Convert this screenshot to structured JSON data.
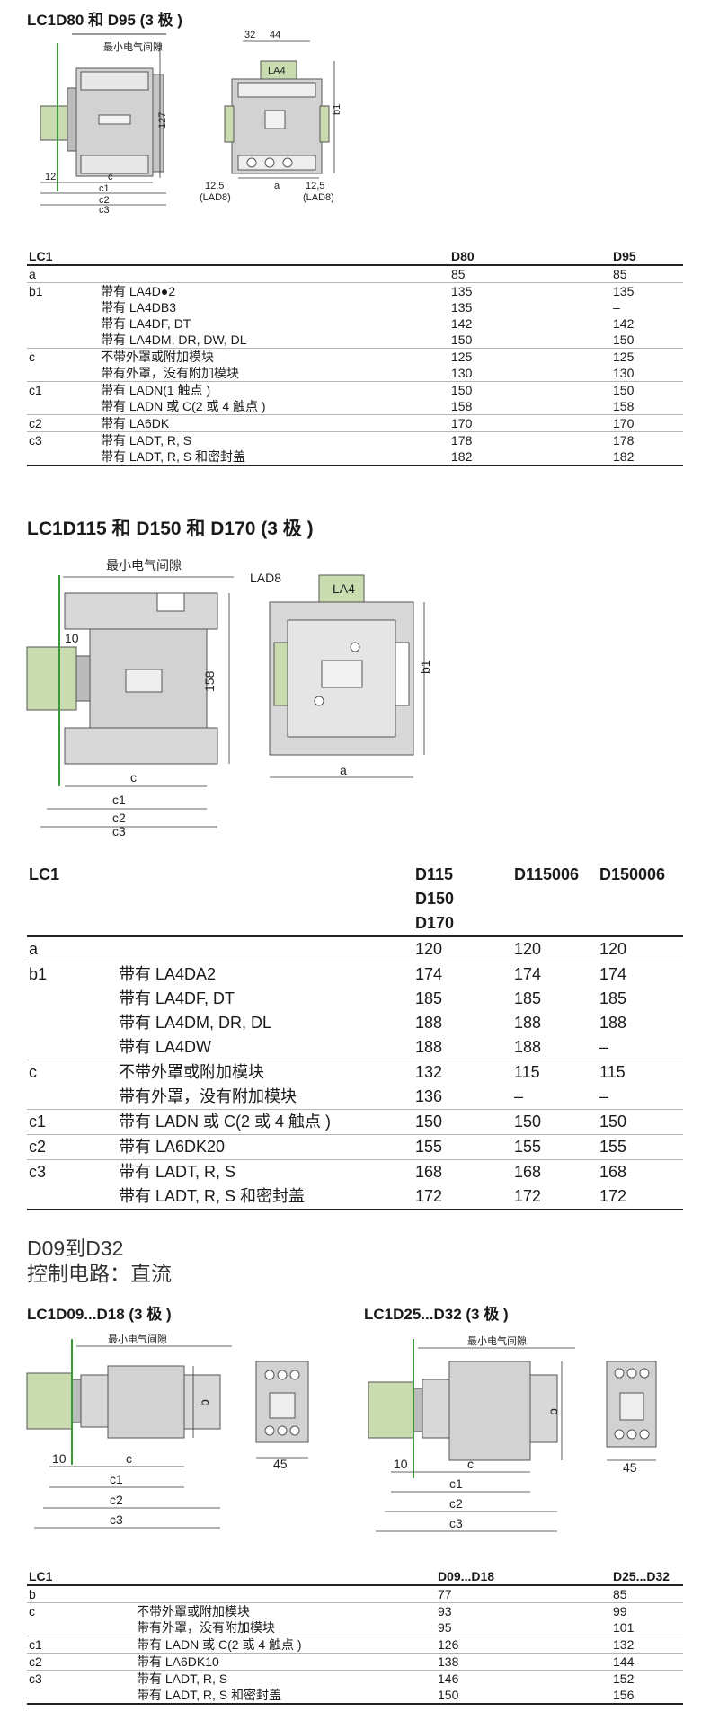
{
  "section1": {
    "title": "LC1D80 和 D95 (3 极 )",
    "diagram": {
      "min_clearance": "最小电气间隙",
      "dim_127": "127",
      "dim_12": "12",
      "dim_c": "c",
      "dim_c1": "c1",
      "dim_c2": "c2",
      "dim_c3": "c3",
      "dim_32": "32",
      "dim_44": "44",
      "la4": "LA4",
      "dim_b1": "b1",
      "dim_a": "a",
      "dim_125_left": "12,5",
      "dim_125_right": "12,5",
      "lad8_left": "(LAD8)",
      "lad8_right": "(LAD8)"
    },
    "table": {
      "headers": [
        "LC1",
        "",
        "D80",
        "D95"
      ],
      "rows": [
        [
          "a",
          "",
          "85",
          "85"
        ],
        [
          "b1",
          "带有 LA4D●2",
          "135",
          "135"
        ],
        [
          "",
          "带有 LA4DB3",
          "135",
          "–"
        ],
        [
          "",
          "带有 LA4DF, DT",
          "142",
          "142"
        ],
        [
          "",
          "带有 LA4DM, DR, DW, DL",
          "150",
          "150"
        ],
        [
          "c",
          "不带外罩或附加模块",
          "125",
          "125"
        ],
        [
          "",
          "带有外罩，没有附加模块",
          "130",
          "130"
        ],
        [
          "c1",
          "带有 LADN(1 触点 )",
          "150",
          "150"
        ],
        [
          "",
          "带有 LADN 或 C(2 或 4 触点 )",
          "158",
          "158"
        ],
        [
          "c2",
          "带有 LA6DK",
          "170",
          "170"
        ],
        [
          "c3",
          "带有 LADT, R, S",
          "178",
          "178"
        ],
        [
          "",
          "带有 LADT, R, S 和密封盖",
          "182",
          "182"
        ]
      ]
    }
  },
  "section2": {
    "title": "LC1D115 和 D150 和 D170 (3 极 )",
    "diagram": {
      "min_clearance": "最小电气间隙",
      "dim_10": "10",
      "dim_158": "158",
      "dim_c": "c",
      "dim_c1": "c1",
      "dim_c2": "c2",
      "dim_c3": "c3",
      "lad8": "LAD8",
      "la4": "LA4",
      "dim_b1": "b1",
      "dim_a": "a"
    },
    "table": {
      "header_lc1": "LC1",
      "header_col1": [
        "D115",
        "D150",
        "D170"
      ],
      "header_col2": "D115006",
      "header_col3": "D150006",
      "rows": [
        [
          "a",
          "",
          "120",
          "120",
          "120"
        ],
        [
          "b1",
          "带有 LA4DA2",
          "174",
          "174",
          "174"
        ],
        [
          "",
          "带有 LA4DF, DT",
          "185",
          "185",
          "185"
        ],
        [
          "",
          "带有 LA4DM, DR, DL",
          "188",
          "188",
          "188"
        ],
        [
          "",
          "带有 LA4DW",
          "188",
          "188",
          "–"
        ],
        [
          "c",
          "不带外罩或附加模块",
          "132",
          "115",
          "115"
        ],
        [
          "",
          "带有外罩，没有附加模块",
          "136",
          "–",
          "–"
        ],
        [
          "c1",
          "带有 LADN 或 C(2 或 4 触点 )",
          "150",
          "150",
          "150"
        ],
        [
          "c2",
          "带有 LA6DK20",
          "155",
          "155",
          "155"
        ],
        [
          "c3",
          "带有 LADT, R, S",
          "168",
          "168",
          "168"
        ],
        [
          "",
          "带有 LADT, R, S 和密封盖",
          "172",
          "172",
          "172"
        ]
      ]
    }
  },
  "section3": {
    "heading_line1": "D09到D32",
    "heading_line2": "控制电路：直流",
    "left_title": "LC1D09...D18 (3 极 )",
    "right_title": "LC1D25...D32 (3 极 )",
    "diagram": {
      "min_clearance_left": "最小电气间隙",
      "min_clearance_right": "最小电气间隙",
      "dim_b_left": "b",
      "dim_b_right": "b",
      "dim_10_left": "10",
      "dim_10_right": "10",
      "dim_c_left": "c",
      "dim_c_right": "c",
      "dim_c1_left": "c1",
      "dim_c1_right": "c1",
      "dim_c2_left": "c2",
      "dim_c2_right": "c2",
      "dim_c3_left": "c3",
      "dim_c3_right": "c3",
      "dim_45_left": "45",
      "dim_45_right": "45"
    },
    "table": {
      "headers": [
        "LC1",
        "",
        "D09...D18",
        "D25...D32"
      ],
      "rows": [
        [
          "b",
          "",
          "77",
          "85"
        ],
        [
          "c",
          "不带外罩或附加模块",
          "93",
          "99"
        ],
        [
          "",
          "带有外罩，没有附加模块",
          "95",
          "101"
        ],
        [
          "c1",
          "带有 LADN 或 C(2 或 4 触点 )",
          "126",
          "132"
        ],
        [
          "c2",
          "带有 LA6DK10",
          "138",
          "144"
        ],
        [
          "c3",
          "带有 LADT, R, S",
          "146",
          "152"
        ],
        [
          "",
          "带有 LADT, R, S 和密封盖",
          "150",
          "156"
        ]
      ]
    }
  }
}
